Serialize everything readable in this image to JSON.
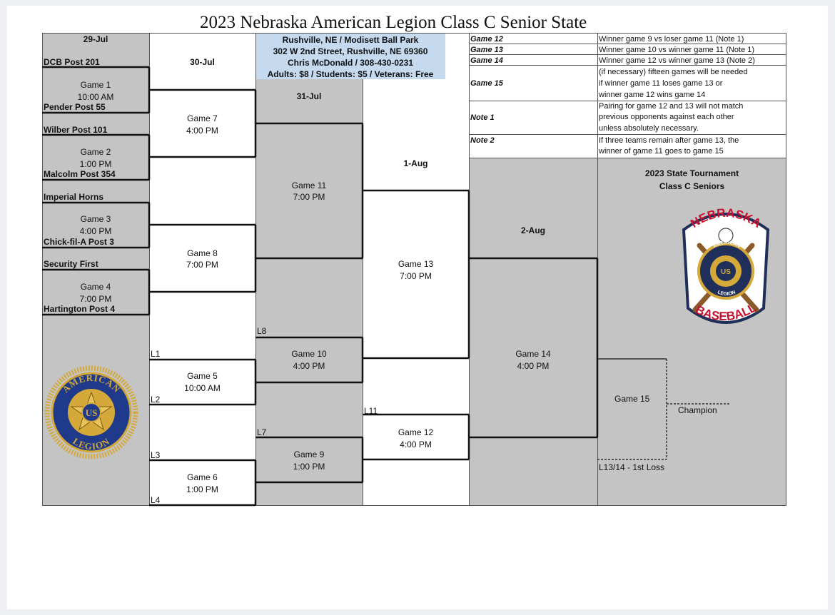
{
  "title": "2023 Nebraska American Legion Class C Senior State",
  "dates": {
    "d1": "29-Jul",
    "d2": "30-Jul",
    "d3": "31-Jul",
    "d4": "1-Aug",
    "d5": "2-Aug"
  },
  "venue": {
    "line1": "Rushville, NE / Modisett Ball Park",
    "line2": "302 W 2nd Street, Rushville, NE 69360",
    "line3": "Chris McDonald / 308-430-0231",
    "line4": "Adults: $8  / Students: $5  / Veterans: Free"
  },
  "teams": [
    "DCB Post 201",
    "Pender Post 55",
    "Wilber Post 101",
    "Malcolm Post 354",
    "Imperial Horns",
    "Chick-fil-A Post 3",
    "Security First",
    "Hartington Post 4"
  ],
  "games": {
    "g1": {
      "name": "Game 1",
      "time": "10:00 AM"
    },
    "g2": {
      "name": "Game 2",
      "time": "1:00 PM"
    },
    "g3": {
      "name": "Game 3",
      "time": "4:00 PM"
    },
    "g4": {
      "name": "Game 4",
      "time": "7:00 PM"
    },
    "g5": {
      "name": "Game 5",
      "time": "10:00 AM"
    },
    "g6": {
      "name": "Game 6",
      "time": "1:00 PM"
    },
    "g7": {
      "name": "Game 7",
      "time": "4:00 PM"
    },
    "g8": {
      "name": "Game 8",
      "time": "7:00 PM"
    },
    "g9": {
      "name": "Game 9",
      "time": "1:00 PM"
    },
    "g10": {
      "name": "Game 10",
      "time": "4:00 PM"
    },
    "g11": {
      "name": "Game 11",
      "time": "7:00 PM"
    },
    "g12": {
      "name": "Game 12",
      "time": "4:00 PM"
    },
    "g13": {
      "name": "Game 13",
      "time": "7:00 PM"
    },
    "g14": {
      "name": "Game 14",
      "time": "4:00 PM"
    },
    "g15": {
      "name": "Game 15"
    }
  },
  "loser_slots": {
    "L1": "L1",
    "L2": "L2",
    "L3": "L3",
    "L4": "L4",
    "L7": "L7",
    "L8": "L8",
    "L11": "L11",
    "L1314": "L13/14 - 1st Loss"
  },
  "champion": "Champion",
  "notes_table": {
    "game12_label": "Game 12",
    "game12_text": "Winner game 9 vs loser game 11 (Note 1)",
    "game13_label": "Game 13",
    "game13_text": "Winner game 10 vs winner game 11 (Note 1)",
    "game14_label": "Game 14",
    "game14_text": "Winner game 12 vs winner game 13 (Note 2)",
    "game15_label": "Game 15",
    "game15_text": [
      "(if necessary) fifteen games will be needed",
      "if winner game 11 loses game 13 or",
      "winner game 12 wins game 14"
    ],
    "note1_label": "Note 1",
    "note1_text": [
      "Pairing for game 12 and 13 will not match",
      "previous opponents against each other",
      "unless absolutely necessary."
    ],
    "note2_label": "Note 2",
    "note2_text": [
      "If three teams remain after game 13, the",
      "winner of game 11 goes to game 15"
    ]
  },
  "tournament": {
    "line1": "2023 State Tournament",
    "line2": "Class C Seniors"
  },
  "logo_nebraska": {
    "top": "NEBRASKA",
    "bottom": "BASEBALL",
    "ring_top": "AMERICAN",
    "ring_bottom": "LEGION",
    "center": "US"
  },
  "logo_legion": {
    "ring_top": "AMERICAN",
    "ring_bottom": "LEGION",
    "center": "US"
  },
  "colors": {
    "gray": "#c4c4c4",
    "blue": "#c5d9ef",
    "line": "#111111"
  }
}
